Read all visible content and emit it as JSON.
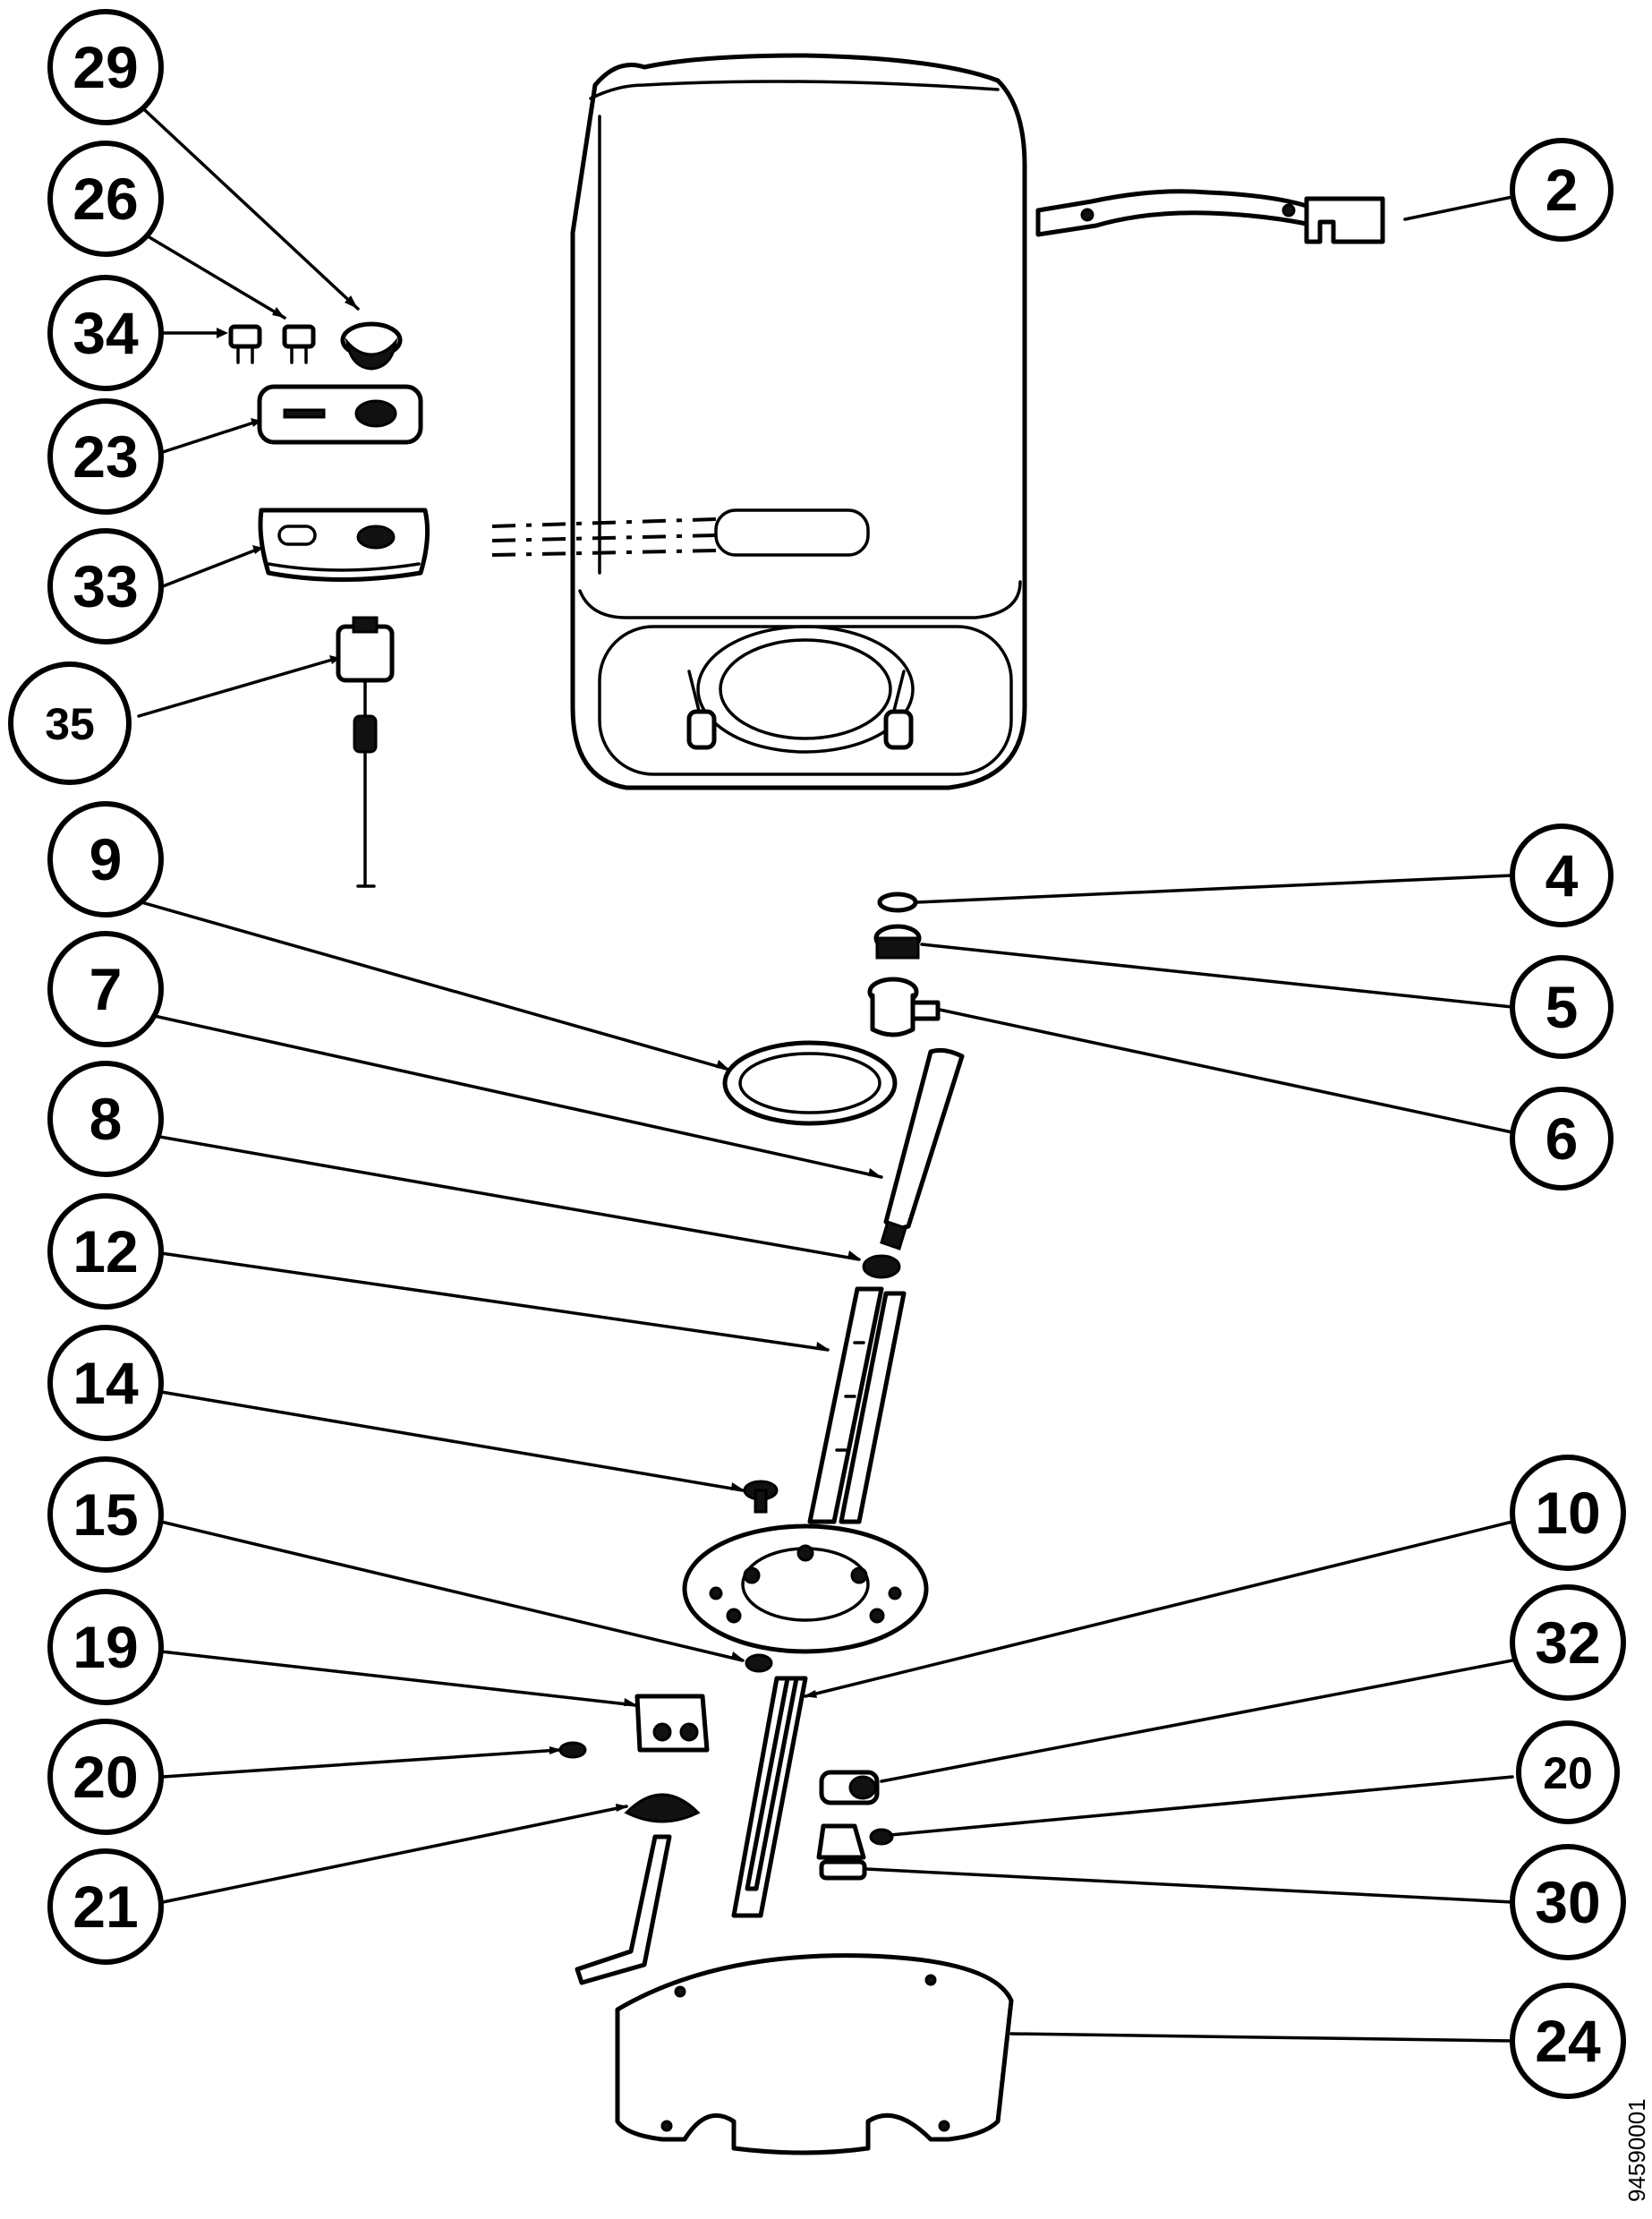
{
  "diagram": {
    "reference_code": "94590001",
    "callouts": [
      {
        "id": "29",
        "label": "29"
      },
      {
        "id": "26",
        "label": "26"
      },
      {
        "id": "34",
        "label": "34"
      },
      {
        "id": "23",
        "label": "23"
      },
      {
        "id": "33",
        "label": "33"
      },
      {
        "id": "35",
        "label": "35"
      },
      {
        "id": "2",
        "label": "2"
      },
      {
        "id": "9",
        "label": "9"
      },
      {
        "id": "7",
        "label": "7"
      },
      {
        "id": "8",
        "label": "8"
      },
      {
        "id": "12",
        "label": "12"
      },
      {
        "id": "14",
        "label": "14"
      },
      {
        "id": "15",
        "label": "15"
      },
      {
        "id": "19",
        "label": "19"
      },
      {
        "id": "20a",
        "label": "20"
      },
      {
        "id": "21",
        "label": "21"
      },
      {
        "id": "4",
        "label": "4"
      },
      {
        "id": "5",
        "label": "5"
      },
      {
        "id": "6",
        "label": "6"
      },
      {
        "id": "10",
        "label": "10"
      },
      {
        "id": "32",
        "label": "32"
      },
      {
        "id": "20b",
        "label": "20"
      },
      {
        "id": "30",
        "label": "30"
      },
      {
        "id": "24",
        "label": "24"
      }
    ]
  }
}
